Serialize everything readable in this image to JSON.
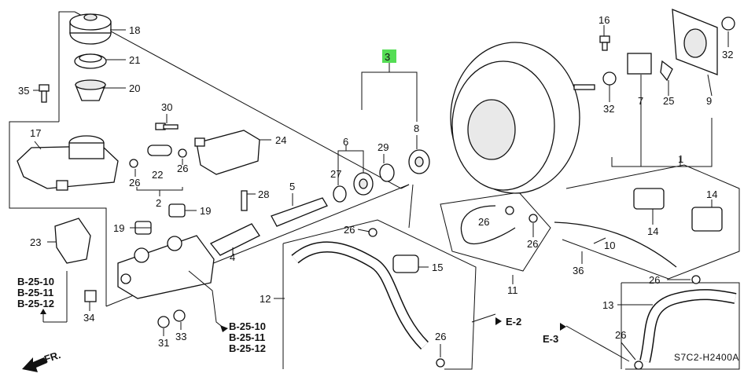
{
  "diagram": {
    "callouts": {
      "c3": "3",
      "c1": "1",
      "c2": "2",
      "c4": "4",
      "c5": "5",
      "c6": "6",
      "c7": "7",
      "c8": "8",
      "c9": "9",
      "c10": "10",
      "c11": "11",
      "c12": "12",
      "c13": "13",
      "c14a": "14",
      "c14b": "14",
      "c15": "15",
      "c16": "16",
      "c17": "17",
      "c18": "18",
      "c19a": "19",
      "c19b": "19",
      "c20": "20",
      "c21": "21",
      "c22": "22",
      "c23": "23",
      "c24": "24",
      "c25": "25",
      "c26a": "26",
      "c26b": "26",
      "c26c": "26",
      "c26d": "26",
      "c26e": "26",
      "c26f": "26",
      "c26g": "26",
      "c26h": "26",
      "c27": "27",
      "c28": "28",
      "c29": "29",
      "c30": "30",
      "c31": "31",
      "c32a": "32",
      "c32b": "32",
      "c33": "33",
      "c34": "34",
      "c35": "35",
      "c36": "36"
    },
    "refs": {
      "left_group": [
        "B-25-10",
        "B-25-11",
        "B-25-12"
      ],
      "center_group": [
        "B-25-10",
        "B-25-11",
        "B-25-12"
      ],
      "e2": "E-2",
      "e3": "E-3"
    },
    "direction_label": "FR.",
    "diagram_code": "S7C2-H2400A",
    "colors": {
      "highlight": "#55dd55",
      "ink": "#111111"
    }
  }
}
